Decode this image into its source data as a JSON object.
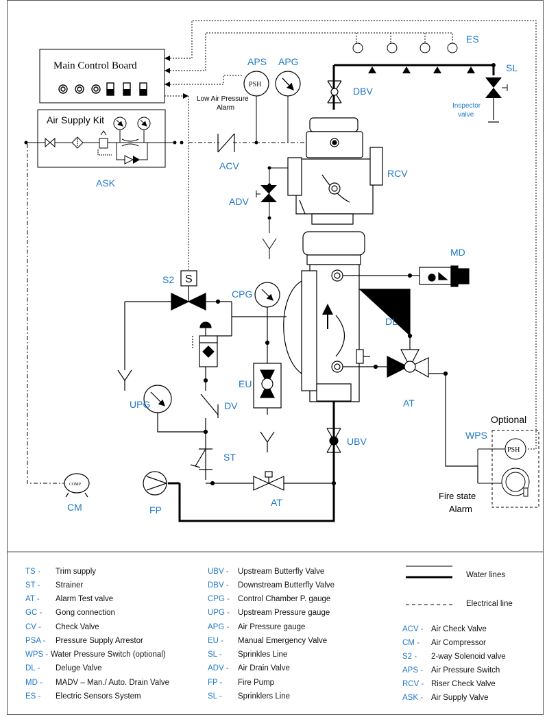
{
  "diagram": {
    "control_board": {
      "title": "Main Control Board"
    },
    "air_supply_kit": {
      "title": "Air Supply Kit"
    },
    "labels": {
      "es": "ES",
      "sl_top": "SL",
      "dbv": "DBV",
      "aps": "APS",
      "apg": "APG",
      "psh": "PSH",
      "low_air": "Low Air Pressure",
      "alarm": "Alarm",
      "inspector": "Inspector",
      "valve": "valve",
      "acv": "ACV",
      "rcv": "RCV",
      "ask": "ASK",
      "adv": "ADV",
      "md": "MD",
      "s2": "S2",
      "s_box": "S",
      "cpg": "CPG",
      "dl": "DL",
      "eu": "EU",
      "at_right": "AT",
      "upg": "UPG",
      "dv": "DV",
      "ubv": "UBV",
      "st": "ST",
      "optional": "Optional",
      "wps": "WPS",
      "wps_psh": "PSH",
      "comp": "COMP",
      "cm": "CM",
      "fp": "FP",
      "at_bottom": "AT",
      "fire_state": "Fire state",
      "fire_alarm": "Alarm"
    }
  },
  "legend": {
    "col1": [
      {
        "code": "TS -",
        "text": "Trim supply"
      },
      {
        "code": "ST -",
        "text": "Strainer"
      },
      {
        "code": "AT -",
        "text": "Alarm Test valve"
      },
      {
        "code": "GC -",
        "text": "Gong connection"
      },
      {
        "code": "CV -",
        "text": "Check Valve"
      },
      {
        "code": "PSA -",
        "text": "Pressure Supply Arrestor"
      },
      {
        "code": "WPS -",
        "text": "Water Pressure Switch (optional)"
      },
      {
        "code": "DL -",
        "text": "Deluge Valve"
      },
      {
        "code": "MD -",
        "text": "MADV – Man./ Auto. Drain Valve"
      },
      {
        "code": "ES -",
        "text": "Electric Sensors System"
      }
    ],
    "col2": [
      {
        "code": "UBV -",
        "text": "Upstream Butterfly Valve"
      },
      {
        "code": "DBV -",
        "text": "Downstream  Butterfly Valve"
      },
      {
        "code": "CPG -",
        "text": "Control Chamber P. gauge"
      },
      {
        "code": "UPG -",
        "text": "Upstream Pressure gauge"
      },
      {
        "code": "APG -",
        "text": "Air Pressure gauge"
      },
      {
        "code": "EU -",
        "text": "Manual Emergency Valve"
      },
      {
        "code": "SL -",
        "text": "Sprinkles Line"
      },
      {
        "code": "ADV -",
        "text": "Air Drain Valve"
      },
      {
        "code": "FP -",
        "text": "Fire Pump"
      },
      {
        "code": "SL -",
        "text": "Sprinklers Line"
      }
    ],
    "lines": [
      {
        "text": "Water lines"
      },
      {
        "text": "Electrical line"
      }
    ],
    "col3": [
      {
        "code": "ACV -",
        "text": "Air Check Valve"
      },
      {
        "code": "CM -",
        "text": "Air Compressor"
      },
      {
        "code": "S2 -",
        "text": "2-way Solenoid valve"
      },
      {
        "code": "APS -",
        "text": "Air Pressure Switch"
      },
      {
        "code": "RCV -",
        "text": "Riser Check Valve"
      },
      {
        "code": "ASK -",
        "text": "Air Supply Valve"
      }
    ]
  }
}
